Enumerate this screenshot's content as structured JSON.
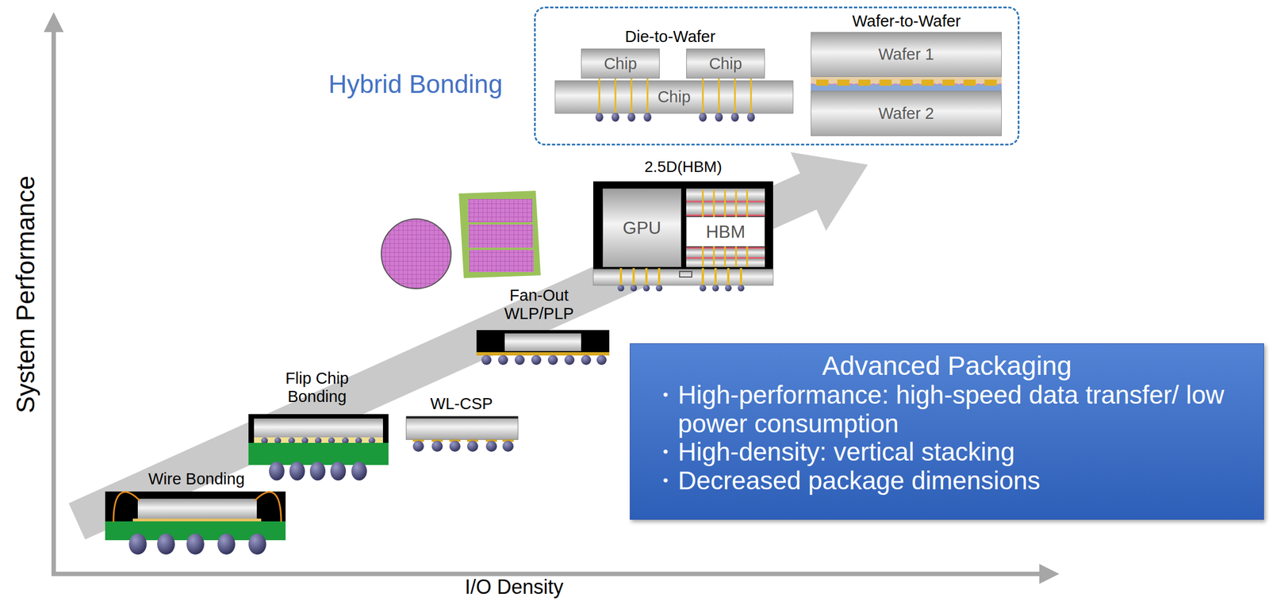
{
  "diagram": {
    "nodes": [
      {
        "text": [
          "Hybrid Bonding"
        ]
      },
      {
        "text": [
          "Chip"
        ],
        "in": 0
      },
      {
        "text": [
          "Chip"
        ],
        "in": 0
      },
      {
        "text": [
          "Chip"
        ],
        "in": 0
      },
      {
        "text": [
          "Wafer 1"
        ],
        "in": 0
      },
      {
        "text": [
          "Wafer 2"
        ],
        "in": 0
      },
      {
        "text": [
          "2.5D(HBM)"
        ]
      },
      {
        "text": [
          "GPU"
        ],
        "in": 6
      },
      {
        "text": [
          "HBM"
        ],
        "in": 6
      },
      {
        "text": [
          "Advanced Packaging",
          "・High-performance: high-speed data transfer/ low power consumption",
          "・High-density: vertical stacking",
          "・Decreased package dimensions"
        ]
      }
    ],
    "labels": [
      "Die-to-Wafer",
      "Wafer-to-Wafer",
      "Fan-Out WLP/PLP",
      "Flip Chip Bonding",
      "WL-CSP",
      "Wire Bonding",
      "System Performance",
      "I/O Density"
    ]
  }
}
